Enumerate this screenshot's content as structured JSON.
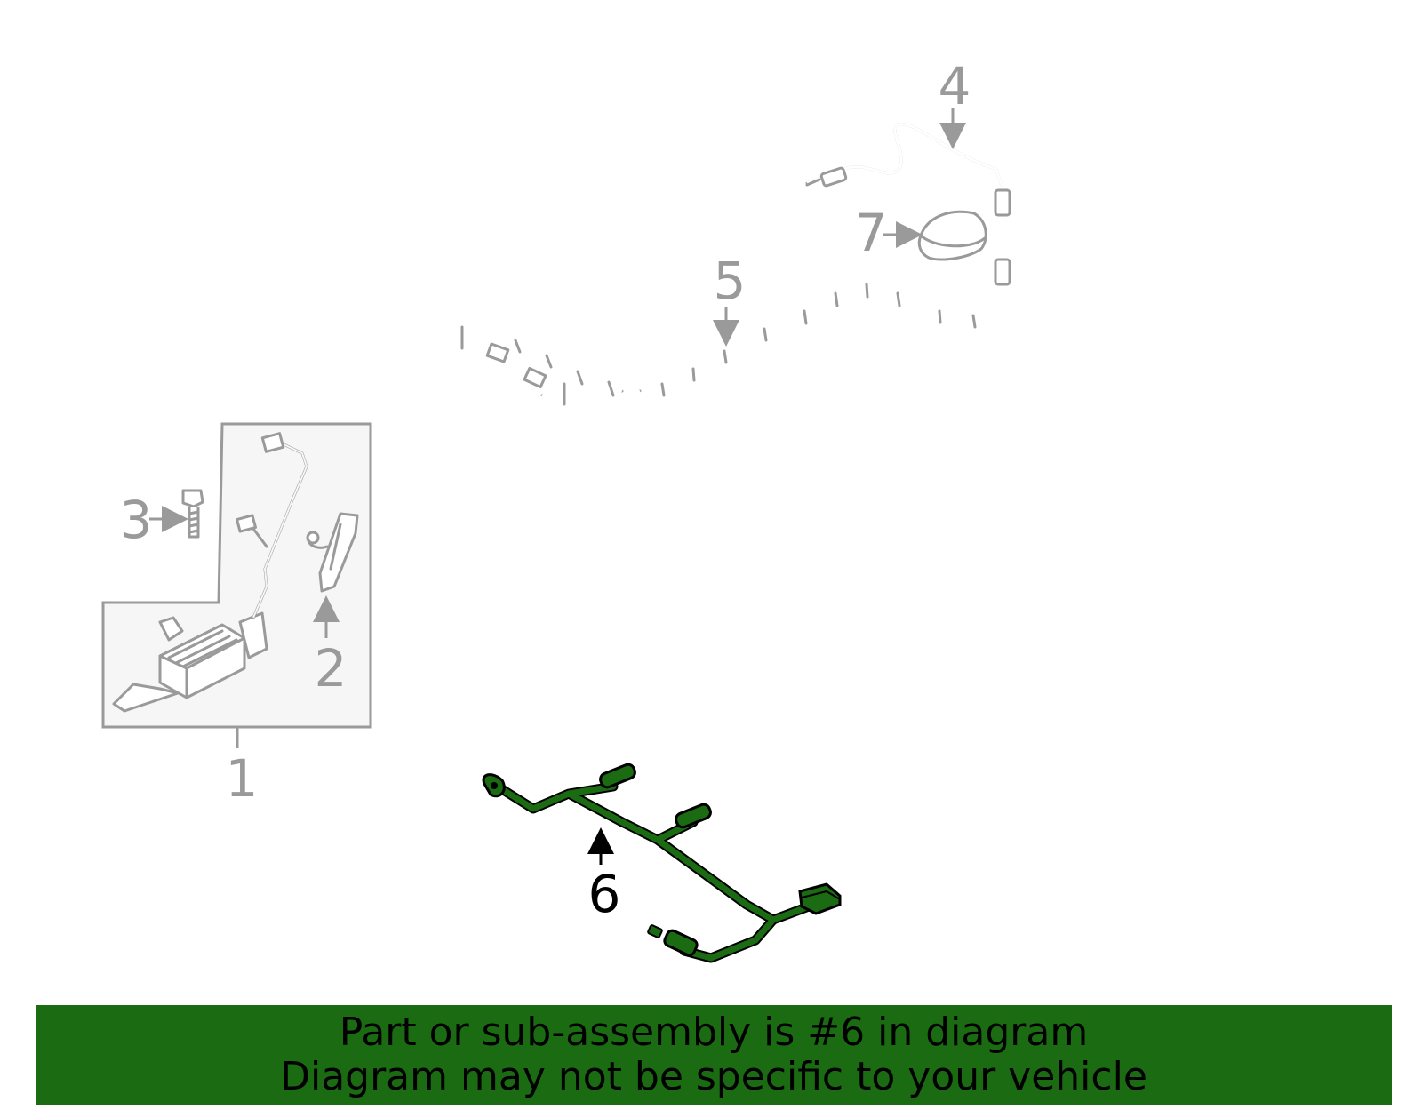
{
  "callouts": {
    "c1": "1",
    "c2": "2",
    "c3": "3",
    "c4": "4",
    "c5": "5",
    "c6": "6",
    "c7": "7"
  },
  "banner": {
    "line1": "Part or sub-assembly is #6 in diagram",
    "line2": "Diagram may not be specific to your vehicle"
  },
  "colors": {
    "highlight": "#1a6b12",
    "highlight_part": "#0f5a0a",
    "other_parts": "#9a9a9a"
  }
}
